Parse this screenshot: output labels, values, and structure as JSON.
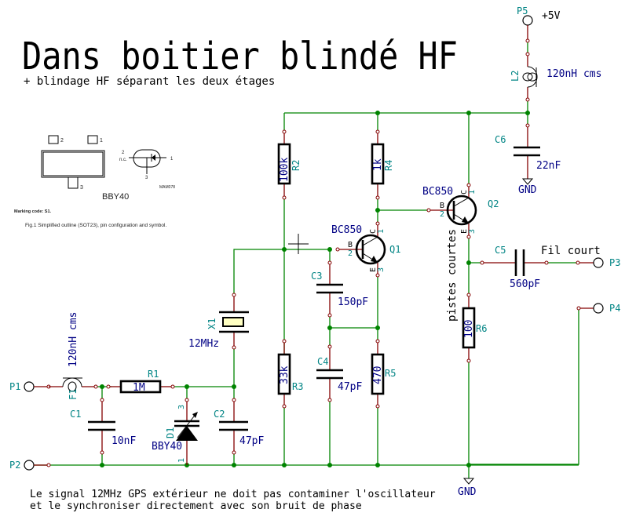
{
  "title": "Dans boitier blindé HF",
  "subtitle": "+ blindage HF séparant les deux étages",
  "bottom_note": [
    "Le signal 12MHz GPS extérieur ne doit pas contaminer l'oscillateur",
    "et le synchroniser directement avec son bruit de phase"
  ],
  "notes": {
    "short_traces": "pistes courtes",
    "short_wire": "Fil court"
  },
  "datasheet": {
    "part": "BBY40",
    "marking": "Marking code: S1.",
    "caption": "Fig.1  Simplified outline (SOT23), pin configuration and symbol.",
    "pins": [
      "1",
      "2",
      "3"
    ],
    "nc_label": "n.c.",
    "code": "MAM078"
  },
  "connectors": {
    "P1": "P1",
    "P2": "P2",
    "P3": "P3",
    "P4": "P4",
    "P5": "P5"
  },
  "power": {
    "vcc_label": "+5V",
    "gnd_label": "GND"
  },
  "components": {
    "R1": {
      "ref": "R1",
      "value": "1M"
    },
    "R2": {
      "ref": "R2",
      "value": "100k"
    },
    "R3": {
      "ref": "R3",
      "value": "33k"
    },
    "R4": {
      "ref": "R4",
      "value": "1k"
    },
    "R5": {
      "ref": "R5",
      "value": "470"
    },
    "R6": {
      "ref": "R6",
      "value": "100"
    },
    "C1": {
      "ref": "C1",
      "value": "10nF"
    },
    "C2": {
      "ref": "C2",
      "value": "47pF"
    },
    "C3": {
      "ref": "C3",
      "value": "150pF"
    },
    "C4": {
      "ref": "C4",
      "value": "47pF"
    },
    "C5": {
      "ref": "C5",
      "value": "560pF"
    },
    "C6": {
      "ref": "C6",
      "value": "22nF"
    },
    "L1": {
      "ref": "F1",
      "value": "120nH cms"
    },
    "L2": {
      "ref": "L2",
      "value": "120nH cms"
    },
    "X1": {
      "ref": "X1",
      "value": "12MHz"
    },
    "D1": {
      "ref": "D1",
      "value": "BBY40",
      "pin_a": "1",
      "pin_k": "3"
    },
    "Q1": {
      "ref": "Q1",
      "value": "BC850",
      "pin_b": "2",
      "pin_c": "1",
      "pin_e": "3",
      "lbl_b": "B",
      "lbl_c": "C",
      "lbl_e": "E"
    },
    "Q2": {
      "ref": "Q2",
      "value": "BC850",
      "pin_b": "2",
      "pin_c": "1",
      "pin_e": "3",
      "lbl_b": "B",
      "lbl_c": "C",
      "lbl_e": "E"
    }
  }
}
